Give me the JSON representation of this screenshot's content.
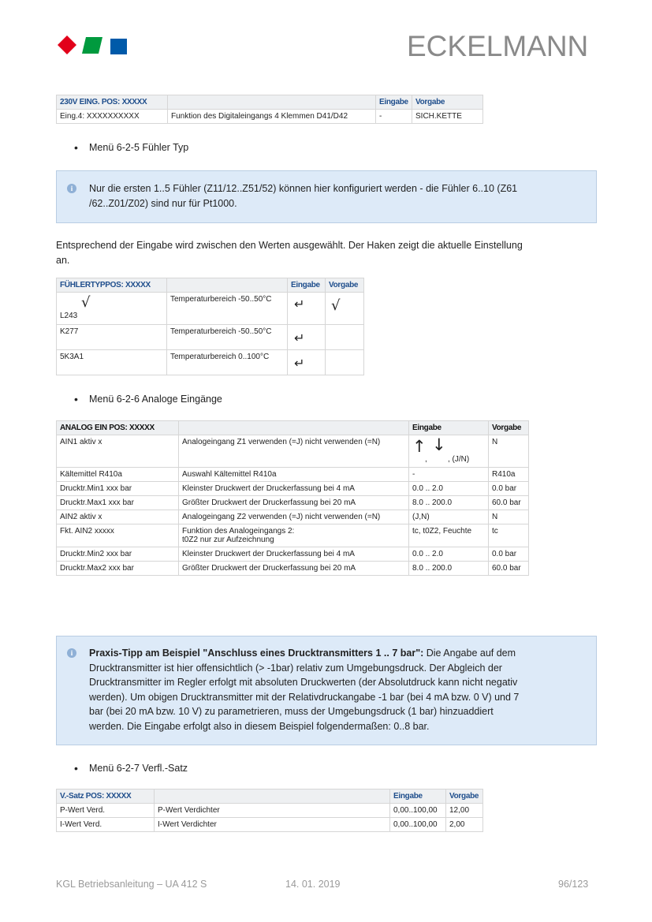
{
  "header": {
    "brand": "ECKELMANN",
    "logo_colors": [
      "#e2001a",
      "#009a3e",
      "#005aa9"
    ]
  },
  "table1": {
    "headers": [
      "230V EING. POS: XXXXX",
      "",
      "Eingabe",
      "Vorgabe"
    ],
    "rows": [
      [
        "Eing.4: XXXXXXXXXX",
        "Funktion des Digitaleingangs 4 Klemmen D41/D42",
        "-",
        "SICH.KETTE"
      ]
    ]
  },
  "bullet1": "Menü 6-2-5 Fühler Typ",
  "info1": {
    "line1": "Nur die ersten 1..5 Fühler (Z11/12..Z51/52) können hier konfiguriert werden - die Fühler 6..10 (Z61",
    "line2": "/62..Z01/Z02) sind nur für Pt1000."
  },
  "para1": {
    "line1": "Entsprechend der Eingabe wird zwischen den Werten ausgewählt. Der Haken zeigt die aktuelle Einstellung",
    "line2": "an."
  },
  "table2": {
    "headers": [
      "FÜHLERTYPPOS: XXXXX",
      "",
      "Eingabe",
      "Vorgabe"
    ],
    "rows": [
      {
        "c1": "L243",
        "check": "√",
        "c2": "Temperaturbereich -50..50°C",
        "enter": "↵",
        "def": "√"
      },
      {
        "c1": "K277",
        "check": "",
        "c2": "Temperaturbereich -50..50°C",
        "enter": "↵",
        "def": ""
      },
      {
        "c1": "5K3A1",
        "check": "",
        "c2": "Temperaturbereich 0..100°C",
        "enter": "↵",
        "def": ""
      }
    ]
  },
  "bullet2": "Menü 6-2-6 Analoge Eingänge",
  "table3": {
    "headers": [
      "ANALOG EIN POS: XXXXX",
      "",
      "Eingabe",
      "Vorgabe"
    ],
    "row1": {
      "c1": "AIN1 aktiv x",
      "c2": "Analogeingang Z1 verwenden (=J) nicht verwenden (=N)",
      "up": "↑",
      "comma": ",",
      "down": "↓",
      "jn": ", (J/N)",
      "c4": "N"
    },
    "rows": [
      [
        "Kältemittel R410a",
        "Auswahl Kältemittel R410a",
        "-",
        "R410a"
      ],
      [
        "Drucktr.Min1 xxx bar",
        "Kleinster Druckwert der Druckerfassung bei 4 mA",
        "0.0 .. 2.0",
        "0.0 bar"
      ],
      [
        "Drucktr.Max1 xxx bar",
        "Größter Druckwert der Druckerfassung bei 20 mA",
        "8.0 .. 200.0",
        "60.0 bar"
      ],
      [
        "AIN2 aktiv x",
        "Analogeingang Z2 verwenden (=J) nicht verwenden (=N)",
        "(J,N)",
        "N"
      ]
    ],
    "row6": {
      "c1": "Fkt. AIN2 xxxxx",
      "c2a": "Funktion des Analogeingangs 2:",
      "c2b": "t0Z2 nur zur Aufzeichnung",
      "c3": "tc, t0Z2, Feuchte",
      "c4": "tc"
    },
    "rows2": [
      [
        "Drucktr.Min2 xxx bar",
        "Kleinster Druckwert der Druckerfassung bei 4 mA",
        "0.0 .. 2.0",
        "0.0 bar"
      ],
      [
        "Drucktr.Max2 xxx bar",
        "Größter Druckwert der Druckerfassung bei 20 mA",
        "8.0 .. 200.0",
        "60.0 bar"
      ]
    ]
  },
  "info2": {
    "bold": "Praxis-Tipp am Beispiel \"Anschluss eines Drucktransmitters 1 .. 7 bar\":",
    "line1": " Die Angabe auf dem",
    "line2": "Drucktransmitter ist hier offensichtlich (> -1bar) relativ zum Umgebungsdruck. Der Abgleich der",
    "line3": "Drucktransmitter im Regler erfolgt mit absoluten Druckwerten (der Absolutdruck kann nicht negativ",
    "line4": "werden). Um obigen Drucktransmitter mit der Relativdruckangabe -1 bar (bei 4 mA bzw. 0 V) und 7",
    "line5": "bar (bei 20 mA bzw. 10 V) zu parametrieren, muss der Umgebungsdruck (1 bar) hinzuaddiert",
    "line6": "werden. Die Eingabe erfolgt also in diesem Beispiel folgendermaßen: 0..8 bar."
  },
  "bullet3": "Menü 6-2-7 Verfl.-Satz",
  "table4": {
    "headers": [
      "V.-Satz POS: XXXXX",
      "",
      "Eingabe",
      "Vorgabe"
    ],
    "rows": [
      [
        "P-Wert Verd.",
        "P-Wert Verdichter",
        "0,00..100,00",
        "12,00"
      ],
      [
        "I-Wert Verd.",
        "I-Wert Verdichter",
        "0,00..100,00",
        "2,00"
      ]
    ]
  },
  "footer": {
    "left": "KGL Betriebsanleitung – UA 412 S",
    "center": "14. 01. 2019",
    "right": "96/123"
  }
}
